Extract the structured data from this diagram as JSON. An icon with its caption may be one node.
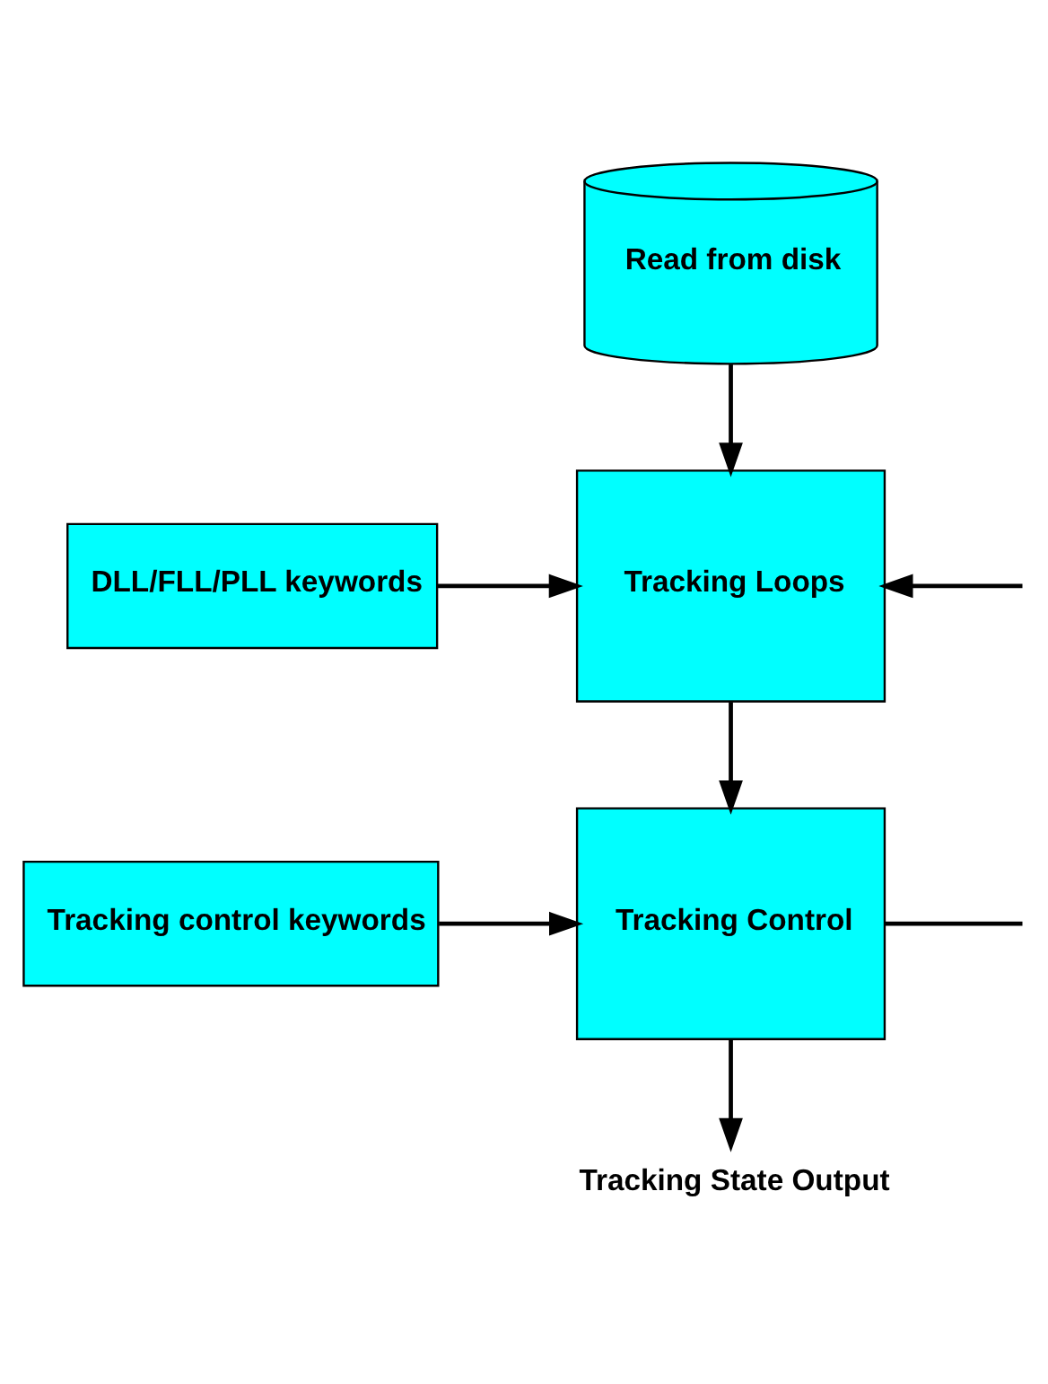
{
  "diagram": {
    "nodes": [
      {
        "text": [
          "Read from disk"
        ]
      },
      {
        "text": [
          "DLL/FLL/PLL keywords"
        ]
      },
      {
        "text": [
          "Tracking Loops"
        ]
      },
      {
        "text": [
          "Tracking control keywords"
        ]
      },
      {
        "text": [
          "Tracking Control"
        ]
      },
      {
        "text": [
          "Tracking State Output"
        ]
      }
    ],
    "edges": [
      {
        "from": 0,
        "to": 2,
        "arrow": "to"
      },
      {
        "from": 1,
        "to": 2,
        "arrow": "to"
      },
      {
        "from": null,
        "to": 2,
        "arrow": "to"
      },
      {
        "from": 2,
        "to": 4,
        "arrow": "to"
      },
      {
        "from": 3,
        "to": 4,
        "arrow": "to"
      },
      {
        "from": 4,
        "to": null,
        "arrow": "none"
      },
      {
        "from": 4,
        "to": 5,
        "arrow": "to"
      }
    ]
  }
}
